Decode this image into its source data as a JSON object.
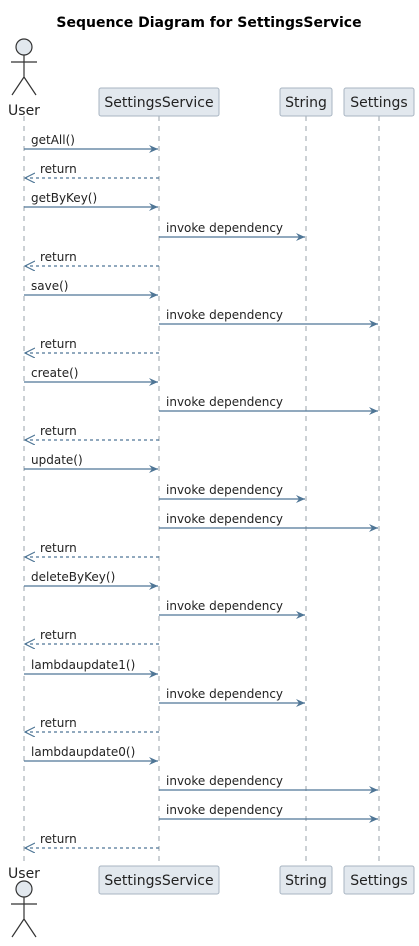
{
  "title": "Sequence Diagram for SettingsService",
  "participants": [
    {
      "id": "user",
      "label": "User",
      "kind": "actor"
    },
    {
      "id": "svc",
      "label": "SettingsService",
      "kind": "box"
    },
    {
      "id": "str",
      "label": "String",
      "kind": "box"
    },
    {
      "id": "set",
      "label": "Settings",
      "kind": "box"
    }
  ],
  "messages": [
    {
      "from": "user",
      "to": "svc",
      "label": "getAll()",
      "type": "call"
    },
    {
      "from": "svc",
      "to": "user",
      "label": "return",
      "type": "return"
    },
    {
      "from": "user",
      "to": "svc",
      "label": "getByKey()",
      "type": "call"
    },
    {
      "from": "svc",
      "to": "str",
      "label": "invoke dependency",
      "type": "call"
    },
    {
      "from": "svc",
      "to": "user",
      "label": "return",
      "type": "return"
    },
    {
      "from": "user",
      "to": "svc",
      "label": "save()",
      "type": "call"
    },
    {
      "from": "svc",
      "to": "set",
      "label": "invoke dependency",
      "type": "call"
    },
    {
      "from": "svc",
      "to": "user",
      "label": "return",
      "type": "return"
    },
    {
      "from": "user",
      "to": "svc",
      "label": "create()",
      "type": "call"
    },
    {
      "from": "svc",
      "to": "set",
      "label": "invoke dependency",
      "type": "call"
    },
    {
      "from": "svc",
      "to": "user",
      "label": "return",
      "type": "return"
    },
    {
      "from": "user",
      "to": "svc",
      "label": "update()",
      "type": "call"
    },
    {
      "from": "svc",
      "to": "str",
      "label": "invoke dependency",
      "type": "call"
    },
    {
      "from": "svc",
      "to": "set",
      "label": "invoke dependency",
      "type": "call"
    },
    {
      "from": "svc",
      "to": "user",
      "label": "return",
      "type": "return"
    },
    {
      "from": "user",
      "to": "svc",
      "label": "deleteByKey()",
      "type": "call"
    },
    {
      "from": "svc",
      "to": "str",
      "label": "invoke dependency",
      "type": "call"
    },
    {
      "from": "svc",
      "to": "user",
      "label": "return",
      "type": "return"
    },
    {
      "from": "user",
      "to": "svc",
      "label": "lambdaupdate1()",
      "type": "call"
    },
    {
      "from": "svc",
      "to": "str",
      "label": "invoke dependency",
      "type": "call"
    },
    {
      "from": "svc",
      "to": "user",
      "label": "return",
      "type": "return"
    },
    {
      "from": "user",
      "to": "svc",
      "label": "lambdaupdate0()",
      "type": "call"
    },
    {
      "from": "svc",
      "to": "set",
      "label": "invoke dependency",
      "type": "call"
    },
    {
      "from": "svc",
      "to": "set",
      "label": "invoke dependency",
      "type": "call"
    },
    {
      "from": "svc",
      "to": "user",
      "label": "return",
      "type": "return"
    }
  ],
  "colors": {
    "arrow": "#4f7696",
    "participant_fill": "#e2e8ee",
    "participant_border": "#a8b5c2",
    "lifeline": "#9aa3ab"
  }
}
